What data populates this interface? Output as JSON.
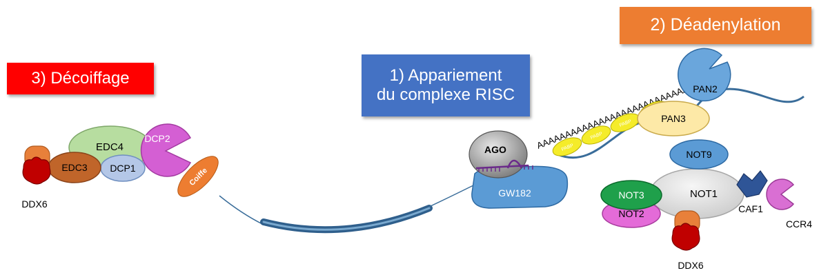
{
  "steps": {
    "step1": {
      "line1": "1) Appariement",
      "line2": "du complexe RISC",
      "color": "#4472c4"
    },
    "step2": {
      "label": "2) Déadenylation",
      "color": "#ed7d31"
    },
    "step3": {
      "label": "3) Décoiffage",
      "color": "#ff0000"
    }
  },
  "decapping": {
    "edc4": "EDC4",
    "edc3": "EDC3",
    "dcp1": "DCP1",
    "dcp2": "DCP2",
    "ddx6": "DDX6",
    "cap": "Coiffe"
  },
  "risc": {
    "ago": "AGO",
    "gw182": "GW182"
  },
  "polya": {
    "tail": "AAAAAAAAAAAAAAAAAAAAAAAAAAAA",
    "pabp": "PABP"
  },
  "pan": {
    "pan2": "PAN2",
    "pan3": "PAN3"
  },
  "ccr4_not": {
    "not9": "NOT9",
    "not1": "NOT1",
    "not3": "NOT3",
    "not2": "NOT2",
    "caf1": "CAF1",
    "ccr4": "CCR4",
    "ddx6": "DDX6"
  },
  "colors": {
    "edc4": "#b7dda0",
    "edc3": "#c0652a",
    "dcp1": "#b4c7e7",
    "dcp2": "#d45fd3",
    "ddx6_head": "#c00000",
    "ddx6_body": "#e8803a",
    "cap": "#ed7d31",
    "mrna": "#3a6d9a",
    "ago": "#9a9a9a",
    "gw182": "#5b9bd5",
    "pabp": "#f5ec2a",
    "pan2": "#6aa6dc",
    "pan3": "#fde9a7",
    "not9": "#5b9bd5",
    "not1": "#dcdcdc",
    "not3": "#1fa04b",
    "not2": "#e46bd8",
    "caf1": "#2f5597",
    "ccr4": "#d96fd3"
  }
}
